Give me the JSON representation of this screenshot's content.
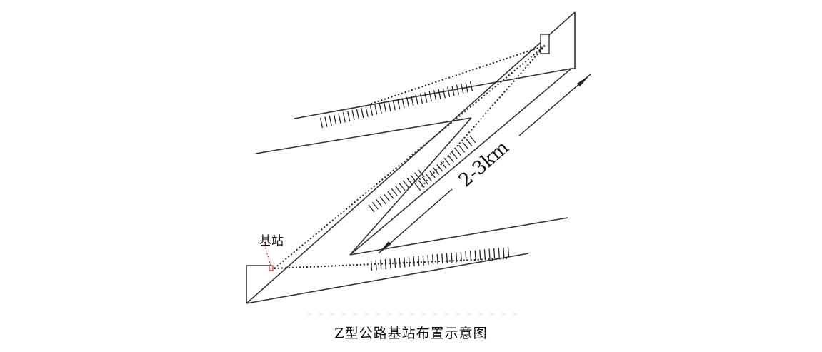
{
  "diagram": {
    "distance_label": "2-3km",
    "station_label": "基站"
  },
  "caption": "Z型公路基站布置示意图"
}
